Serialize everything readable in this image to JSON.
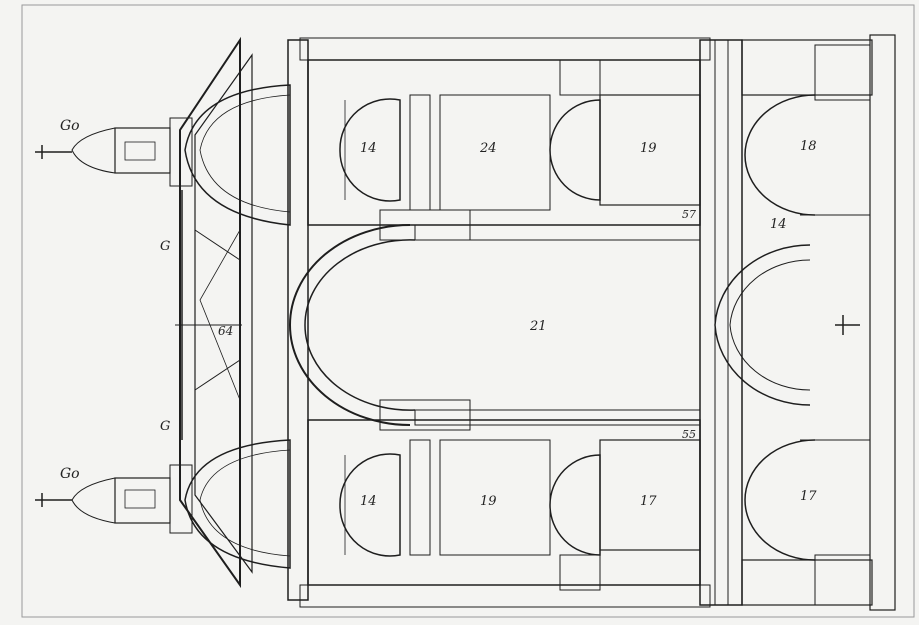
{
  "colors": {
    "paper": "#f4f4f2",
    "ink": "#1e1e1e",
    "stipple": "#8a8a86",
    "dark": "#3a3a38"
  },
  "labels": {
    "tower_top": "Go",
    "tower_bottom": "Go",
    "bay_upper_left": "14",
    "bay_upper_mid": "24",
    "bay_upper_right": "19",
    "bay_lower_left": "14",
    "bay_lower_mid": "19",
    "bay_lower_right": "17",
    "right_upper": "18",
    "right_mid": "14",
    "right_lower": "17",
    "center_arch": "21",
    "attic_left": "64",
    "left_upper": "G",
    "left_lower": "G",
    "span_upper": "57",
    "span_lower": "55"
  }
}
